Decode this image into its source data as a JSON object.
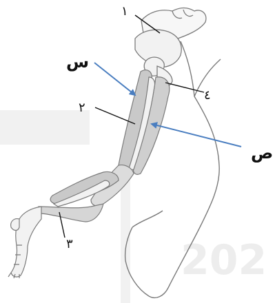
{
  "labels": {
    "one": "١",
    "two": "٢",
    "three": "٣",
    "four": "٤",
    "seen": "س",
    "saad": "ص"
  },
  "colors": {
    "outline": "#7a7a7a",
    "muscle_fill": "#c9c9c9",
    "bone_fill": "#f2f2f2",
    "arrow": "#4a7ec0",
    "watermark": "#ececec",
    "label_line": "#111111"
  },
  "watermark_text": "202"
}
